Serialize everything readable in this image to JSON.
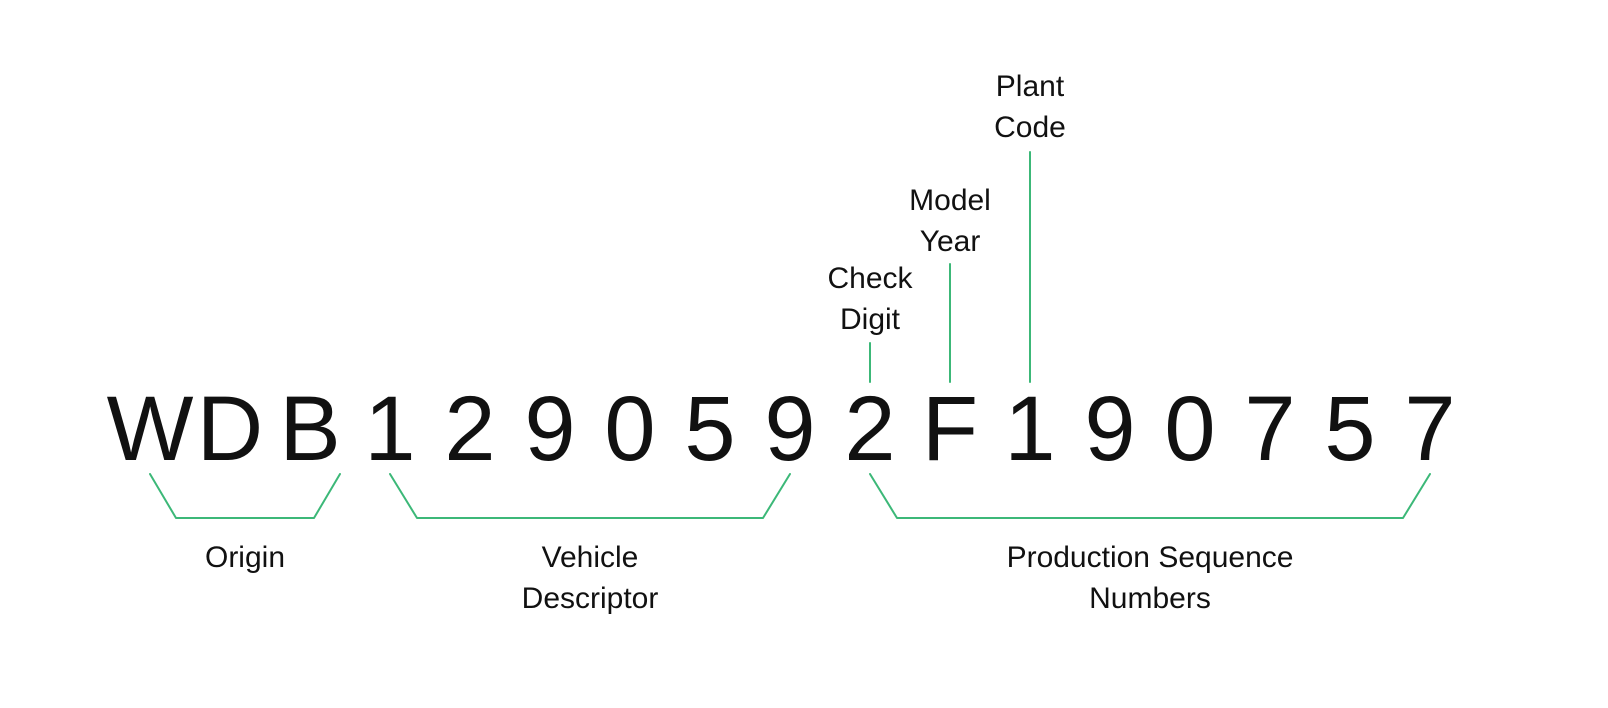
{
  "vin": {
    "value": "WDB1290592F190757",
    "chars": [
      "W",
      "D",
      "B",
      "1",
      "2",
      "9",
      "0",
      "5",
      "9",
      "2",
      "F",
      "1",
      "9",
      "0",
      "7",
      "5",
      "7"
    ]
  },
  "callouts": {
    "plant_code": {
      "line1": "Plant",
      "line2": "Code"
    },
    "model_year": {
      "line1": "Model",
      "line2": "Year"
    },
    "check_digit": {
      "line1": "Check",
      "line2": "Digit"
    }
  },
  "groups": {
    "origin": {
      "label": "Origin"
    },
    "vehicle_descriptor": {
      "line1": "Vehicle",
      "line2": "Descriptor"
    },
    "production_sequence": {
      "line1": "Production Sequence",
      "line2": "Numbers"
    }
  },
  "colors": {
    "accent_green": "#3cb878",
    "text": "#111111",
    "background": "#ffffff"
  }
}
